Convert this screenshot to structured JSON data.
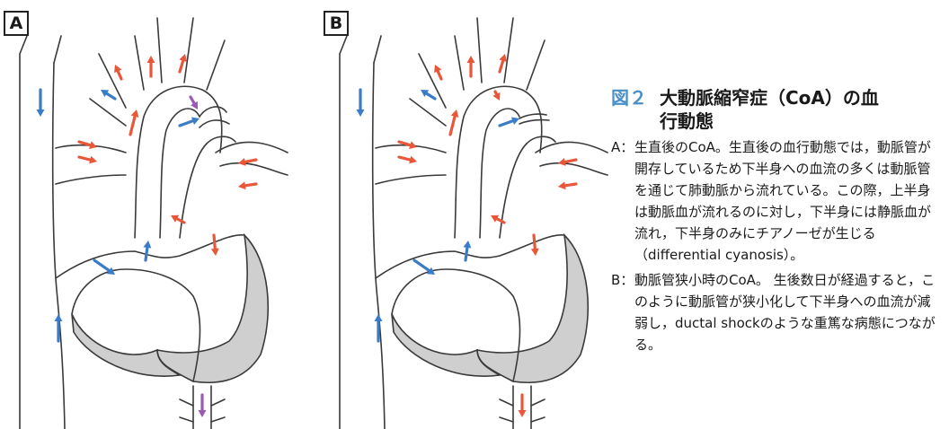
{
  "panels": [
    {
      "label": "A",
      "ductus": "open"
    },
    {
      "label": "B",
      "ductus": "narrow"
    }
  ],
  "caption": {
    "figure_label": "図２",
    "title": "大動脈縮窄症（CoA）の血行動態",
    "items": [
      {
        "label": "A：",
        "text": "生直後のCoA。生直後の血行動態では，動脈管が開存しているため下半身への血流の多くは動脈管を通じて肺動脈から流れている。この際，上半身は動脈血が流れるのに対し，下半身には静脈血が流れ，下半身のみにチアノーゼが生じる（differential cyanosis）。"
      },
      {
        "label": "B：",
        "text": "動脈管狭小時のCoA。 生後数日が経過すると，このように動脈管が狭小化して下半身への血流が減弱し，ductal shockのような重篤な病態につながる。"
      }
    ]
  },
  "colors": {
    "arterial": "#e8573a",
    "venous": "#3a7cc7",
    "mixed": "#9b59b6",
    "myocardium": "#cfcfcf",
    "outline": "#3a3a3a",
    "accent": "#4a90c8"
  }
}
